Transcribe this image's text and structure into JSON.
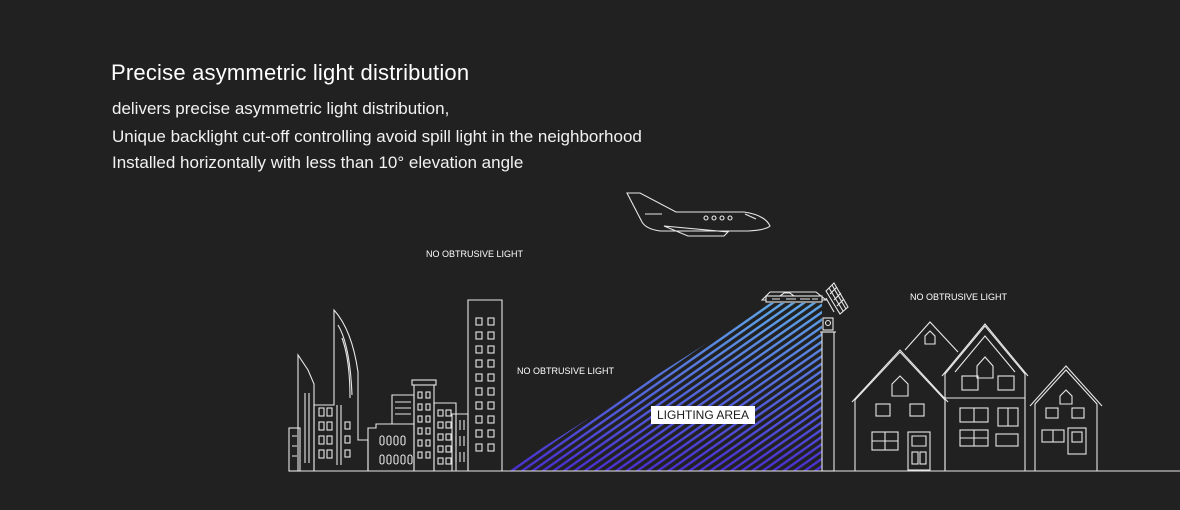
{
  "header": {
    "title": "Precise asymmetric light distribution",
    "lines": [
      "delivers precise asymmetric light distribution,",
      "Unique backlight cut-off controlling avoid spill light in the neighborhood",
      "Installed horizontally with less than 10° elevation angle"
    ]
  },
  "diagram": {
    "label_sky": "NO OBTRUSIVE LIGHT",
    "label_city": "NO OBTRUSIVE LIGHT",
    "label_houses": "NO OBTRUSIVE LIGHT",
    "lighting_area": "LIGHTING AREA"
  },
  "colors": {
    "background": "#222122",
    "beam_top": "#5fa8e8",
    "beam_bottom": "#4a2fd0",
    "line": "#e8e8e8"
  },
  "icons": [
    "airplane-icon",
    "street-light-icon",
    "solar-panel-icon"
  ]
}
